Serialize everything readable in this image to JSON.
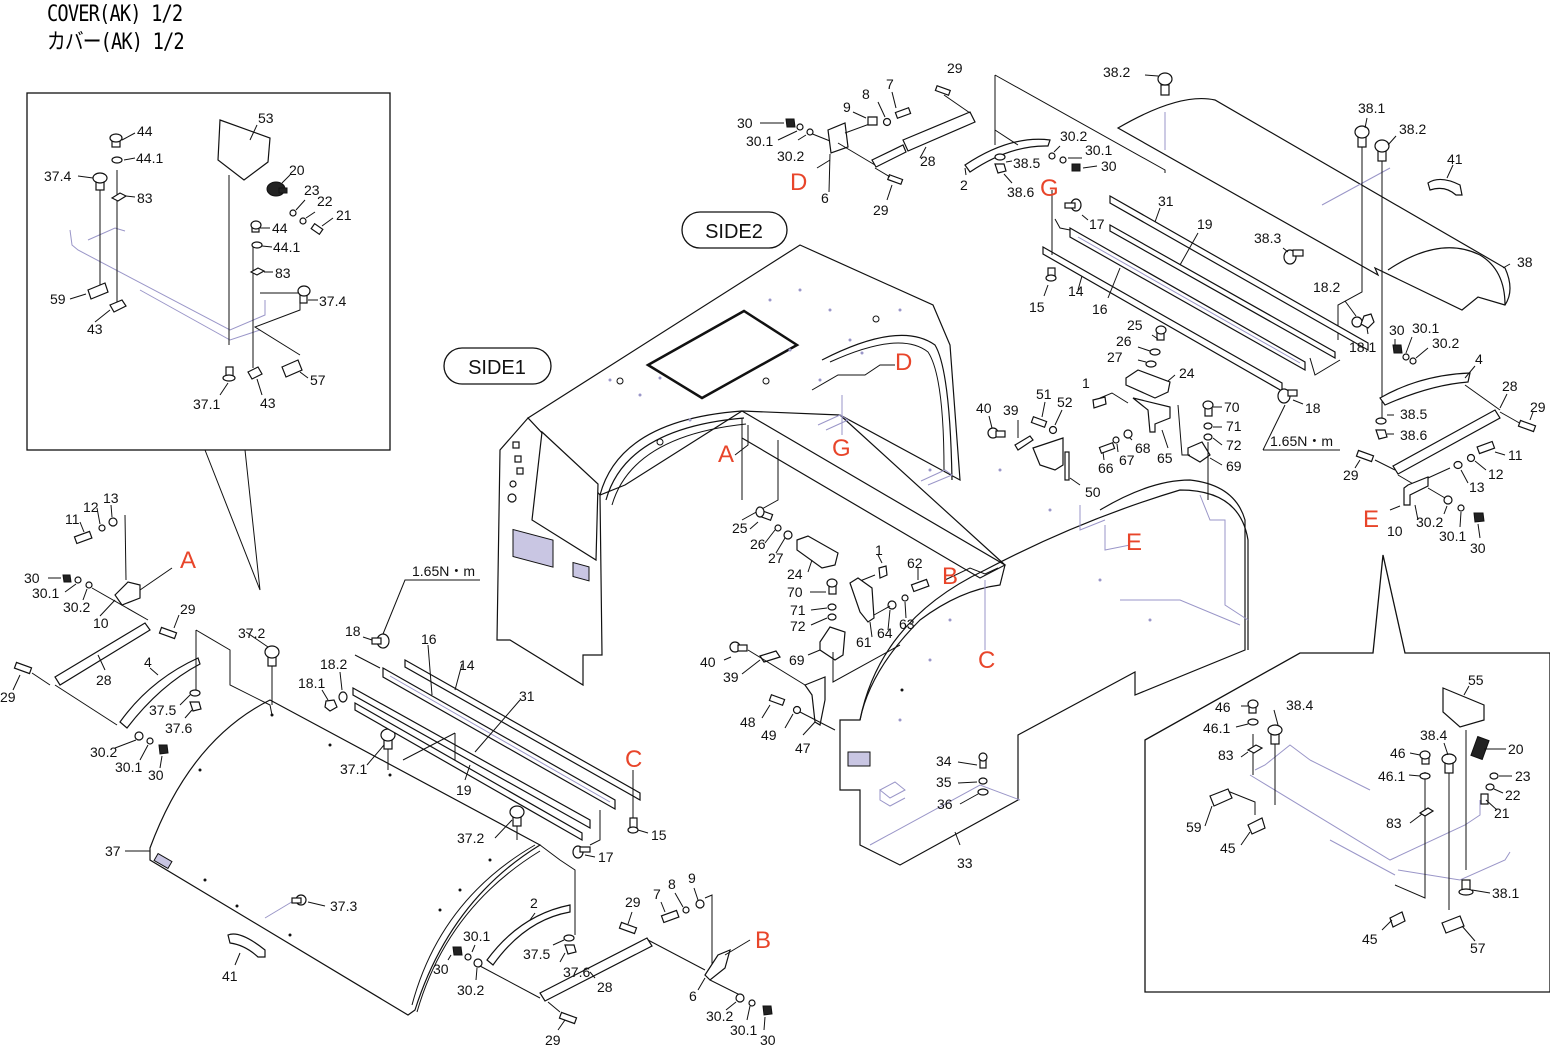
{
  "title": {
    "line1": "COVER(AK) 1/2",
    "line2": "カバー(AK) 1/2"
  },
  "views": {
    "side1": "SIDE1",
    "side2": "SIDE2"
  },
  "torque_spec": "1.65N・m",
  "reference_letters": [
    "A",
    "B",
    "C",
    "D",
    "E",
    "G"
  ],
  "callouts": {
    "inset_left": [
      "44",
      "44.1",
      "37.4",
      "83",
      "59",
      "43",
      "53",
      "20",
      "23",
      "22",
      "21",
      "44",
      "44.1",
      "83",
      "37.4",
      "57",
      "37.1",
      "43"
    ],
    "top_left_gas_spring": [
      "30",
      "30.1",
      "30.2",
      "D",
      "6",
      "9",
      "8",
      "7",
      "29",
      "28",
      "29"
    ],
    "top_center": [
      "2",
      "38.5",
      "38.6",
      "30.2",
      "30.1",
      "30",
      "G"
    ],
    "top_cover": [
      "38.2",
      "38.1",
      "38.2",
      "41",
      "38.3",
      "38",
      "18.2",
      "18.1"
    ],
    "rails_top": [
      "17",
      "31",
      "19",
      "15",
      "14",
      "16",
      "18",
      "1.65N・m"
    ],
    "hinge_top": [
      "25",
      "26",
      "27",
      "24",
      "1",
      "40",
      "39",
      "51",
      "52",
      "50",
      "66",
      "67",
      "68",
      "65",
      "70",
      "71",
      "72",
      "69"
    ],
    "right_gas_spring": [
      "30",
      "30.1",
      "30.2",
      "4",
      "28",
      "29",
      "38.5",
      "38.6",
      "29",
      "11",
      "12",
      "13",
      "E",
      "10",
      "30.2",
      "30.1",
      "30"
    ],
    "left_gas_spring": [
      "11",
      "12",
      "13",
      "A",
      "30",
      "30.1",
      "30.2",
      "10",
      "29",
      "29",
      "28",
      "4",
      "37.5",
      "37.6",
      "30.2",
      "30.1",
      "30"
    ],
    "left_cover": [
      "37.2",
      "37",
      "37.1",
      "37.2",
      "37.3",
      "41"
    ],
    "rails_bottom": [
      "1.65N・m",
      "18",
      "18.2",
      "18.1",
      "16",
      "14",
      "31",
      "19",
      "C",
      "15",
      "17"
    ],
    "bottom_gas_spring": [
      "2",
      "30.1",
      "30",
      "30.2",
      "37.5",
      "37.6",
      "29",
      "7",
      "8",
      "9",
      "B",
      "28",
      "6",
      "29",
      "30.2",
      "30.1",
      "30"
    ],
    "center_hinge": [
      "25",
      "26",
      "27",
      "24",
      "1",
      "62",
      "70",
      "71",
      "72",
      "61",
      "64",
      "63",
      "69",
      "40",
      "39",
      "48",
      "49",
      "47"
    ],
    "side_cover": [
      "34",
      "35",
      "36",
      "33"
    ],
    "inset_right": [
      "46",
      "46.1",
      "38.4",
      "83",
      "59",
      "45",
      "55",
      "38.4",
      "46",
      "46.1",
      "20",
      "23",
      "22",
      "21",
      "83",
      "38.1",
      "45",
      "57"
    ]
  },
  "labels": [
    {
      "id": "l1",
      "t": "44"
    },
    {
      "id": "l2",
      "t": "44.1"
    },
    {
      "id": "l3",
      "t": "37.4"
    },
    {
      "id": "l4",
      "t": "83"
    },
    {
      "id": "l5",
      "t": "59"
    },
    {
      "id": "l6",
      "t": "43"
    },
    {
      "id": "l7",
      "t": "53"
    },
    {
      "id": "l8",
      "t": "20"
    },
    {
      "id": "l9",
      "t": "23"
    },
    {
      "id": "l10",
      "t": "22"
    },
    {
      "id": "l11",
      "t": "21"
    },
    {
      "id": "l12",
      "t": "44"
    },
    {
      "id": "l13",
      "t": "44.1"
    },
    {
      "id": "l14",
      "t": "83"
    },
    {
      "id": "l15",
      "t": "37.4"
    },
    {
      "id": "l16",
      "t": "57"
    },
    {
      "id": "l17",
      "t": "37.1"
    },
    {
      "id": "l18",
      "t": "43"
    },
    {
      "id": "l19",
      "t": "30"
    },
    {
      "id": "l20",
      "t": "30.1"
    },
    {
      "id": "l21",
      "t": "30.2"
    },
    {
      "id": "l22",
      "t": "6"
    },
    {
      "id": "l23",
      "t": "9"
    },
    {
      "id": "l24",
      "t": "8"
    },
    {
      "id": "l25",
      "t": "7"
    },
    {
      "id": "l26",
      "t": "29"
    },
    {
      "id": "l27",
      "t": "28"
    },
    {
      "id": "l28",
      "t": "29"
    },
    {
      "id": "l29",
      "t": "2"
    },
    {
      "id": "l30",
      "t": "38.5"
    },
    {
      "id": "l31",
      "t": "38.6"
    },
    {
      "id": "l32",
      "t": "30.2"
    },
    {
      "id": "l33",
      "t": "30.1"
    },
    {
      "id": "l34",
      "t": "30"
    },
    {
      "id": "l35",
      "t": "38.2"
    },
    {
      "id": "l36",
      "t": "38.1"
    },
    {
      "id": "l37",
      "t": "38.2"
    },
    {
      "id": "l38",
      "t": "41"
    },
    {
      "id": "l39",
      "t": "38.3"
    },
    {
      "id": "l40",
      "t": "38"
    },
    {
      "id": "l41",
      "t": "18.2"
    },
    {
      "id": "l42",
      "t": "18.1"
    },
    {
      "id": "l43",
      "t": "17"
    },
    {
      "id": "l44",
      "t": "31"
    },
    {
      "id": "l45",
      "t": "19"
    },
    {
      "id": "l46",
      "t": "15"
    },
    {
      "id": "l47",
      "t": "14"
    },
    {
      "id": "l48",
      "t": "16"
    },
    {
      "id": "l49",
      "t": "18"
    },
    {
      "id": "l50",
      "t": "25"
    },
    {
      "id": "l51",
      "t": "26"
    },
    {
      "id": "l52",
      "t": "27"
    },
    {
      "id": "l53",
      "t": "24"
    },
    {
      "id": "l54",
      "t": "1"
    },
    {
      "id": "l55",
      "t": "40"
    },
    {
      "id": "l56",
      "t": "39"
    },
    {
      "id": "l57",
      "t": "51"
    },
    {
      "id": "l58",
      "t": "52"
    },
    {
      "id": "l59",
      "t": "50"
    },
    {
      "id": "l60",
      "t": "66"
    },
    {
      "id": "l61",
      "t": "67"
    },
    {
      "id": "l62",
      "t": "68"
    },
    {
      "id": "l63",
      "t": "65"
    },
    {
      "id": "l64",
      "t": "70"
    },
    {
      "id": "l65",
      "t": "71"
    },
    {
      "id": "l66",
      "t": "72"
    },
    {
      "id": "l67",
      "t": "69"
    },
    {
      "id": "l68",
      "t": "30"
    },
    {
      "id": "l69",
      "t": "30.1"
    },
    {
      "id": "l70",
      "t": "30.2"
    },
    {
      "id": "l71",
      "t": "4"
    },
    {
      "id": "l72",
      "t": "28"
    },
    {
      "id": "l73",
      "t": "29"
    },
    {
      "id": "l74",
      "t": "38.5"
    },
    {
      "id": "l75",
      "t": "38.6"
    },
    {
      "id": "l76",
      "t": "29"
    },
    {
      "id": "l77",
      "t": "11"
    },
    {
      "id": "l78",
      "t": "12"
    },
    {
      "id": "l79",
      "t": "13"
    },
    {
      "id": "l80",
      "t": "10"
    },
    {
      "id": "l81",
      "t": "30.2"
    },
    {
      "id": "l82",
      "t": "30.1"
    },
    {
      "id": "l83",
      "t": "30"
    },
    {
      "id": "l84",
      "t": "11"
    },
    {
      "id": "l85",
      "t": "12"
    },
    {
      "id": "l86",
      "t": "13"
    },
    {
      "id": "l87",
      "t": "30"
    },
    {
      "id": "l88",
      "t": "30.1"
    },
    {
      "id": "l89",
      "t": "30.2"
    },
    {
      "id": "l90",
      "t": "10"
    },
    {
      "id": "l91",
      "t": "29"
    },
    {
      "id": "l92",
      "t": "29"
    },
    {
      "id": "l93",
      "t": "28"
    },
    {
      "id": "l94",
      "t": "4"
    },
    {
      "id": "l95",
      "t": "37.5"
    },
    {
      "id": "l96",
      "t": "37.6"
    },
    {
      "id": "l97",
      "t": "30.2"
    },
    {
      "id": "l98",
      "t": "30.1"
    },
    {
      "id": "l99",
      "t": "30"
    },
    {
      "id": "l100",
      "t": "37.2"
    },
    {
      "id": "l101",
      "t": "37"
    },
    {
      "id": "l102",
      "t": "37.1"
    },
    {
      "id": "l103",
      "t": "37.2"
    },
    {
      "id": "l104",
      "t": "37.3"
    },
    {
      "id": "l105",
      "t": "41"
    },
    {
      "id": "l106",
      "t": "18"
    },
    {
      "id": "l107",
      "t": "18.2"
    },
    {
      "id": "l108",
      "t": "18.1"
    },
    {
      "id": "l109",
      "t": "16"
    },
    {
      "id": "l110",
      "t": "14"
    },
    {
      "id": "l111",
      "t": "31"
    },
    {
      "id": "l112",
      "t": "19"
    },
    {
      "id": "l113",
      "t": "15"
    },
    {
      "id": "l114",
      "t": "17"
    },
    {
      "id": "l115",
      "t": "2"
    },
    {
      "id": "l116",
      "t": "30.1"
    },
    {
      "id": "l117",
      "t": "30"
    },
    {
      "id": "l118",
      "t": "30.2"
    },
    {
      "id": "l119",
      "t": "37.5"
    },
    {
      "id": "l120",
      "t": "37.6"
    },
    {
      "id": "l121",
      "t": "29"
    },
    {
      "id": "l122",
      "t": "7"
    },
    {
      "id": "l123",
      "t": "8"
    },
    {
      "id": "l124",
      "t": "9"
    },
    {
      "id": "l125",
      "t": "28"
    },
    {
      "id": "l126",
      "t": "6"
    },
    {
      "id": "l127",
      "t": "29"
    },
    {
      "id": "l128",
      "t": "30.2"
    },
    {
      "id": "l129",
      "t": "30.1"
    },
    {
      "id": "l130",
      "t": "30"
    },
    {
      "id": "l131",
      "t": "25"
    },
    {
      "id": "l132",
      "t": "26"
    },
    {
      "id": "l133",
      "t": "27"
    },
    {
      "id": "l134",
      "t": "24"
    },
    {
      "id": "l135",
      "t": "1"
    },
    {
      "id": "l136",
      "t": "62"
    },
    {
      "id": "l137",
      "t": "70"
    },
    {
      "id": "l138",
      "t": "71"
    },
    {
      "id": "l139",
      "t": "72"
    },
    {
      "id": "l140",
      "t": "61"
    },
    {
      "id": "l141",
      "t": "64"
    },
    {
      "id": "l142",
      "t": "63"
    },
    {
      "id": "l143",
      "t": "69"
    },
    {
      "id": "l144",
      "t": "40"
    },
    {
      "id": "l145",
      "t": "39"
    },
    {
      "id": "l146",
      "t": "48"
    },
    {
      "id": "l147",
      "t": "49"
    },
    {
      "id": "l148",
      "t": "47"
    },
    {
      "id": "l149",
      "t": "34"
    },
    {
      "id": "l150",
      "t": "35"
    },
    {
      "id": "l151",
      "t": "36"
    },
    {
      "id": "l152",
      "t": "33"
    },
    {
      "id": "l153",
      "t": "46"
    },
    {
      "id": "l154",
      "t": "46.1"
    },
    {
      "id": "l155",
      "t": "38.4"
    },
    {
      "id": "l156",
      "t": "83"
    },
    {
      "id": "l157",
      "t": "59"
    },
    {
      "id": "l158",
      "t": "45"
    },
    {
      "id": "l159",
      "t": "55"
    },
    {
      "id": "l160",
      "t": "38.4"
    },
    {
      "id": "l161",
      "t": "46"
    },
    {
      "id": "l162",
      "t": "46.1"
    },
    {
      "id": "l163",
      "t": "20"
    },
    {
      "id": "l164",
      "t": "23"
    },
    {
      "id": "l165",
      "t": "22"
    },
    {
      "id": "l166",
      "t": "21"
    },
    {
      "id": "l167",
      "t": "83"
    },
    {
      "id": "l168",
      "t": "38.1"
    },
    {
      "id": "l169",
      "t": "45"
    },
    {
      "id": "l170",
      "t": "57"
    }
  ],
  "colors": {
    "reference_letter": "#e8452a",
    "hidden_line": "#9a96c8",
    "panel_fill": "#c9c6e3",
    "line": "#111111"
  }
}
